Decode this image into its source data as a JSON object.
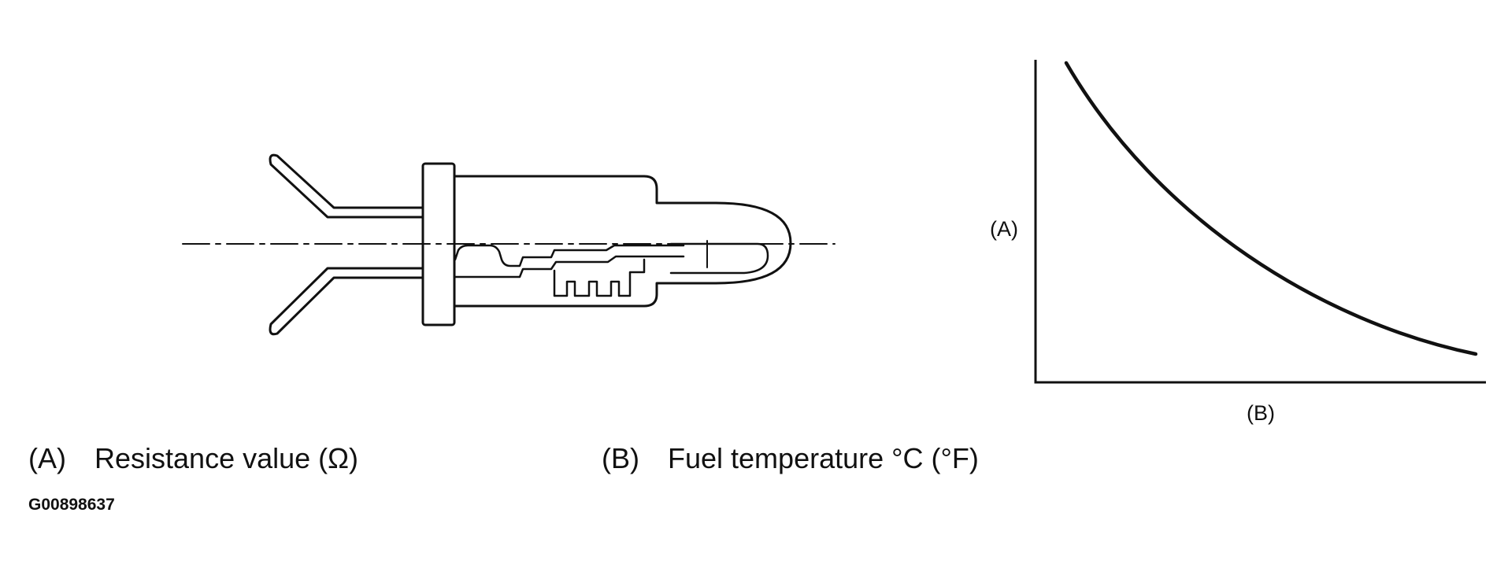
{
  "legend": [
    {
      "key": "(A)",
      "text": "Resistance value (Ω)"
    },
    {
      "key": "(B)",
      "text": "Fuel temperature °C (°F)"
    }
  ],
  "figure_code": "G00898637",
  "graph": {
    "y_label": "(A)",
    "x_label": "(B)",
    "curve": "decreasing"
  }
}
